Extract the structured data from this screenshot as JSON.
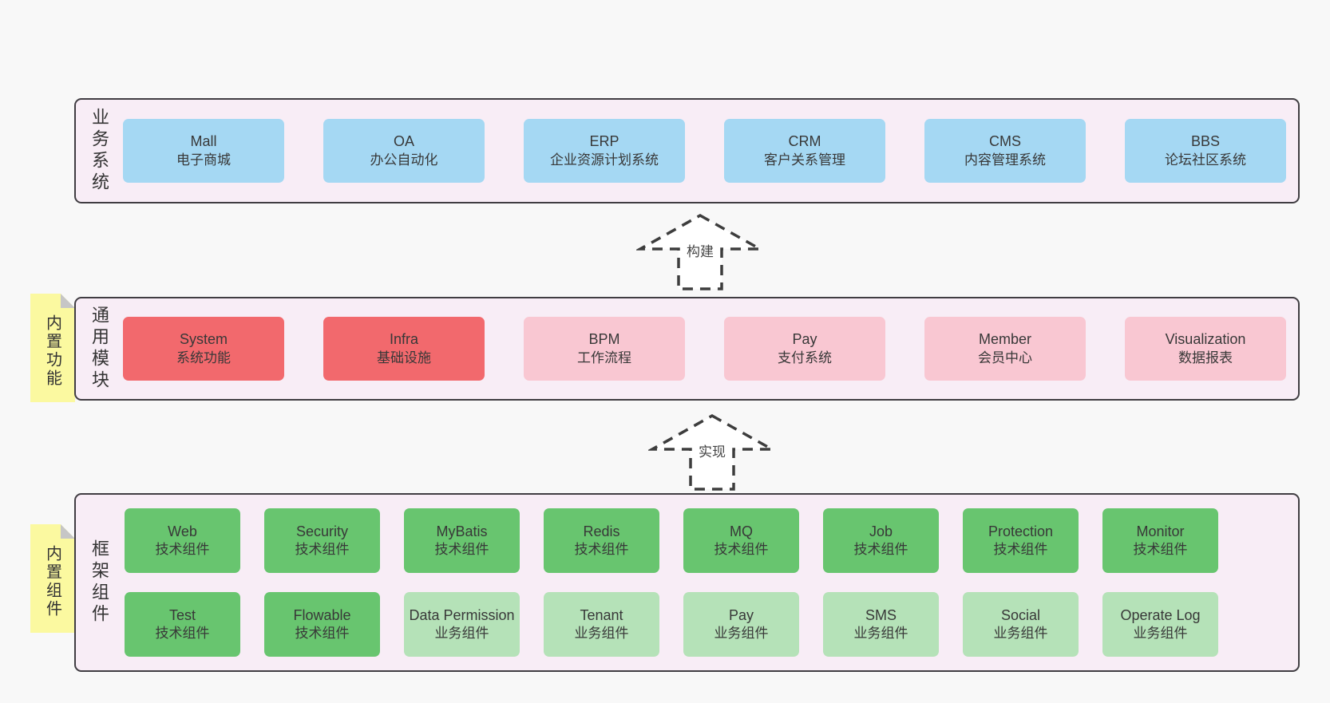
{
  "page": {
    "background": "#f8f8f8"
  },
  "colors": {
    "blue": "#a5d8f3",
    "red": "#f2696d",
    "pink": "#f9c7d2",
    "green": "#68c56f",
    "lightgreen": "#b5e2b8",
    "container_bg": "#f8edf6",
    "container_border": "#403d42",
    "sticky_bg": "#fbf9a0",
    "sticky_fold": "#c6c6c6",
    "arrow_stroke": "#3d3d3d",
    "text": "#383838"
  },
  "arrows": [
    {
      "label": "构建"
    },
    {
      "label": "实现"
    }
  ],
  "layers": [
    {
      "label": "业务系统",
      "sticky": null,
      "rows": [
        [
          {
            "name": "Mall",
            "subtitle": "电子商城",
            "variant": "blue"
          },
          {
            "name": "OA",
            "subtitle": "办公自动化",
            "variant": "blue"
          },
          {
            "name": "ERP",
            "subtitle": "企业资源计划系统",
            "variant": "blue"
          },
          {
            "name": "CRM",
            "subtitle": "客户关系管理",
            "variant": "blue"
          },
          {
            "name": "CMS",
            "subtitle": "内容管理系统",
            "variant": "blue"
          },
          {
            "name": "BBS",
            "subtitle": "论坛社区系统",
            "variant": "blue"
          }
        ]
      ]
    },
    {
      "label": "通用模块",
      "sticky": "内置功能",
      "rows": [
        [
          {
            "name": "System",
            "subtitle": "系统功能",
            "variant": "red"
          },
          {
            "name": "Infra",
            "subtitle": "基础设施",
            "variant": "red"
          },
          {
            "name": "BPM",
            "subtitle": "工作流程",
            "variant": "pink"
          },
          {
            "name": "Pay",
            "subtitle": "支付系统",
            "variant": "pink"
          },
          {
            "name": "Member",
            "subtitle": "会员中心",
            "variant": "pink"
          },
          {
            "name": "Visualization",
            "subtitle": "数据报表",
            "variant": "pink"
          }
        ]
      ]
    },
    {
      "label": "框架组件",
      "sticky": "内置组件",
      "rows": [
        [
          {
            "name": "Web",
            "subtitle": "技术组件",
            "variant": "green"
          },
          {
            "name": "Security",
            "subtitle": "技术组件",
            "variant": "green"
          },
          {
            "name": "MyBatis",
            "subtitle": "技术组件",
            "variant": "green"
          },
          {
            "name": "Redis",
            "subtitle": "技术组件",
            "variant": "green"
          },
          {
            "name": "MQ",
            "subtitle": "技术组件",
            "variant": "green"
          },
          {
            "name": "Job",
            "subtitle": "技术组件",
            "variant": "green"
          },
          {
            "name": "Protection",
            "subtitle": "技术组件",
            "variant": "green"
          },
          {
            "name": "Monitor",
            "subtitle": "技术组件",
            "variant": "green"
          }
        ],
        [
          {
            "name": "Test",
            "subtitle": "技术组件",
            "variant": "green"
          },
          {
            "name": "Flowable",
            "subtitle": "技术组件",
            "variant": "green"
          },
          {
            "name": "Data Permission",
            "subtitle": "业务组件",
            "variant": "lightgreen"
          },
          {
            "name": "Tenant",
            "subtitle": "业务组件",
            "variant": "lightgreen"
          },
          {
            "name": "Pay",
            "subtitle": "业务组件",
            "variant": "lightgreen"
          },
          {
            "name": "SMS",
            "subtitle": "业务组件",
            "variant": "lightgreen"
          },
          {
            "name": "Social",
            "subtitle": "业务组件",
            "variant": "lightgreen"
          },
          {
            "name": "Operate Log",
            "subtitle": "业务组件",
            "variant": "lightgreen"
          }
        ]
      ]
    }
  ]
}
